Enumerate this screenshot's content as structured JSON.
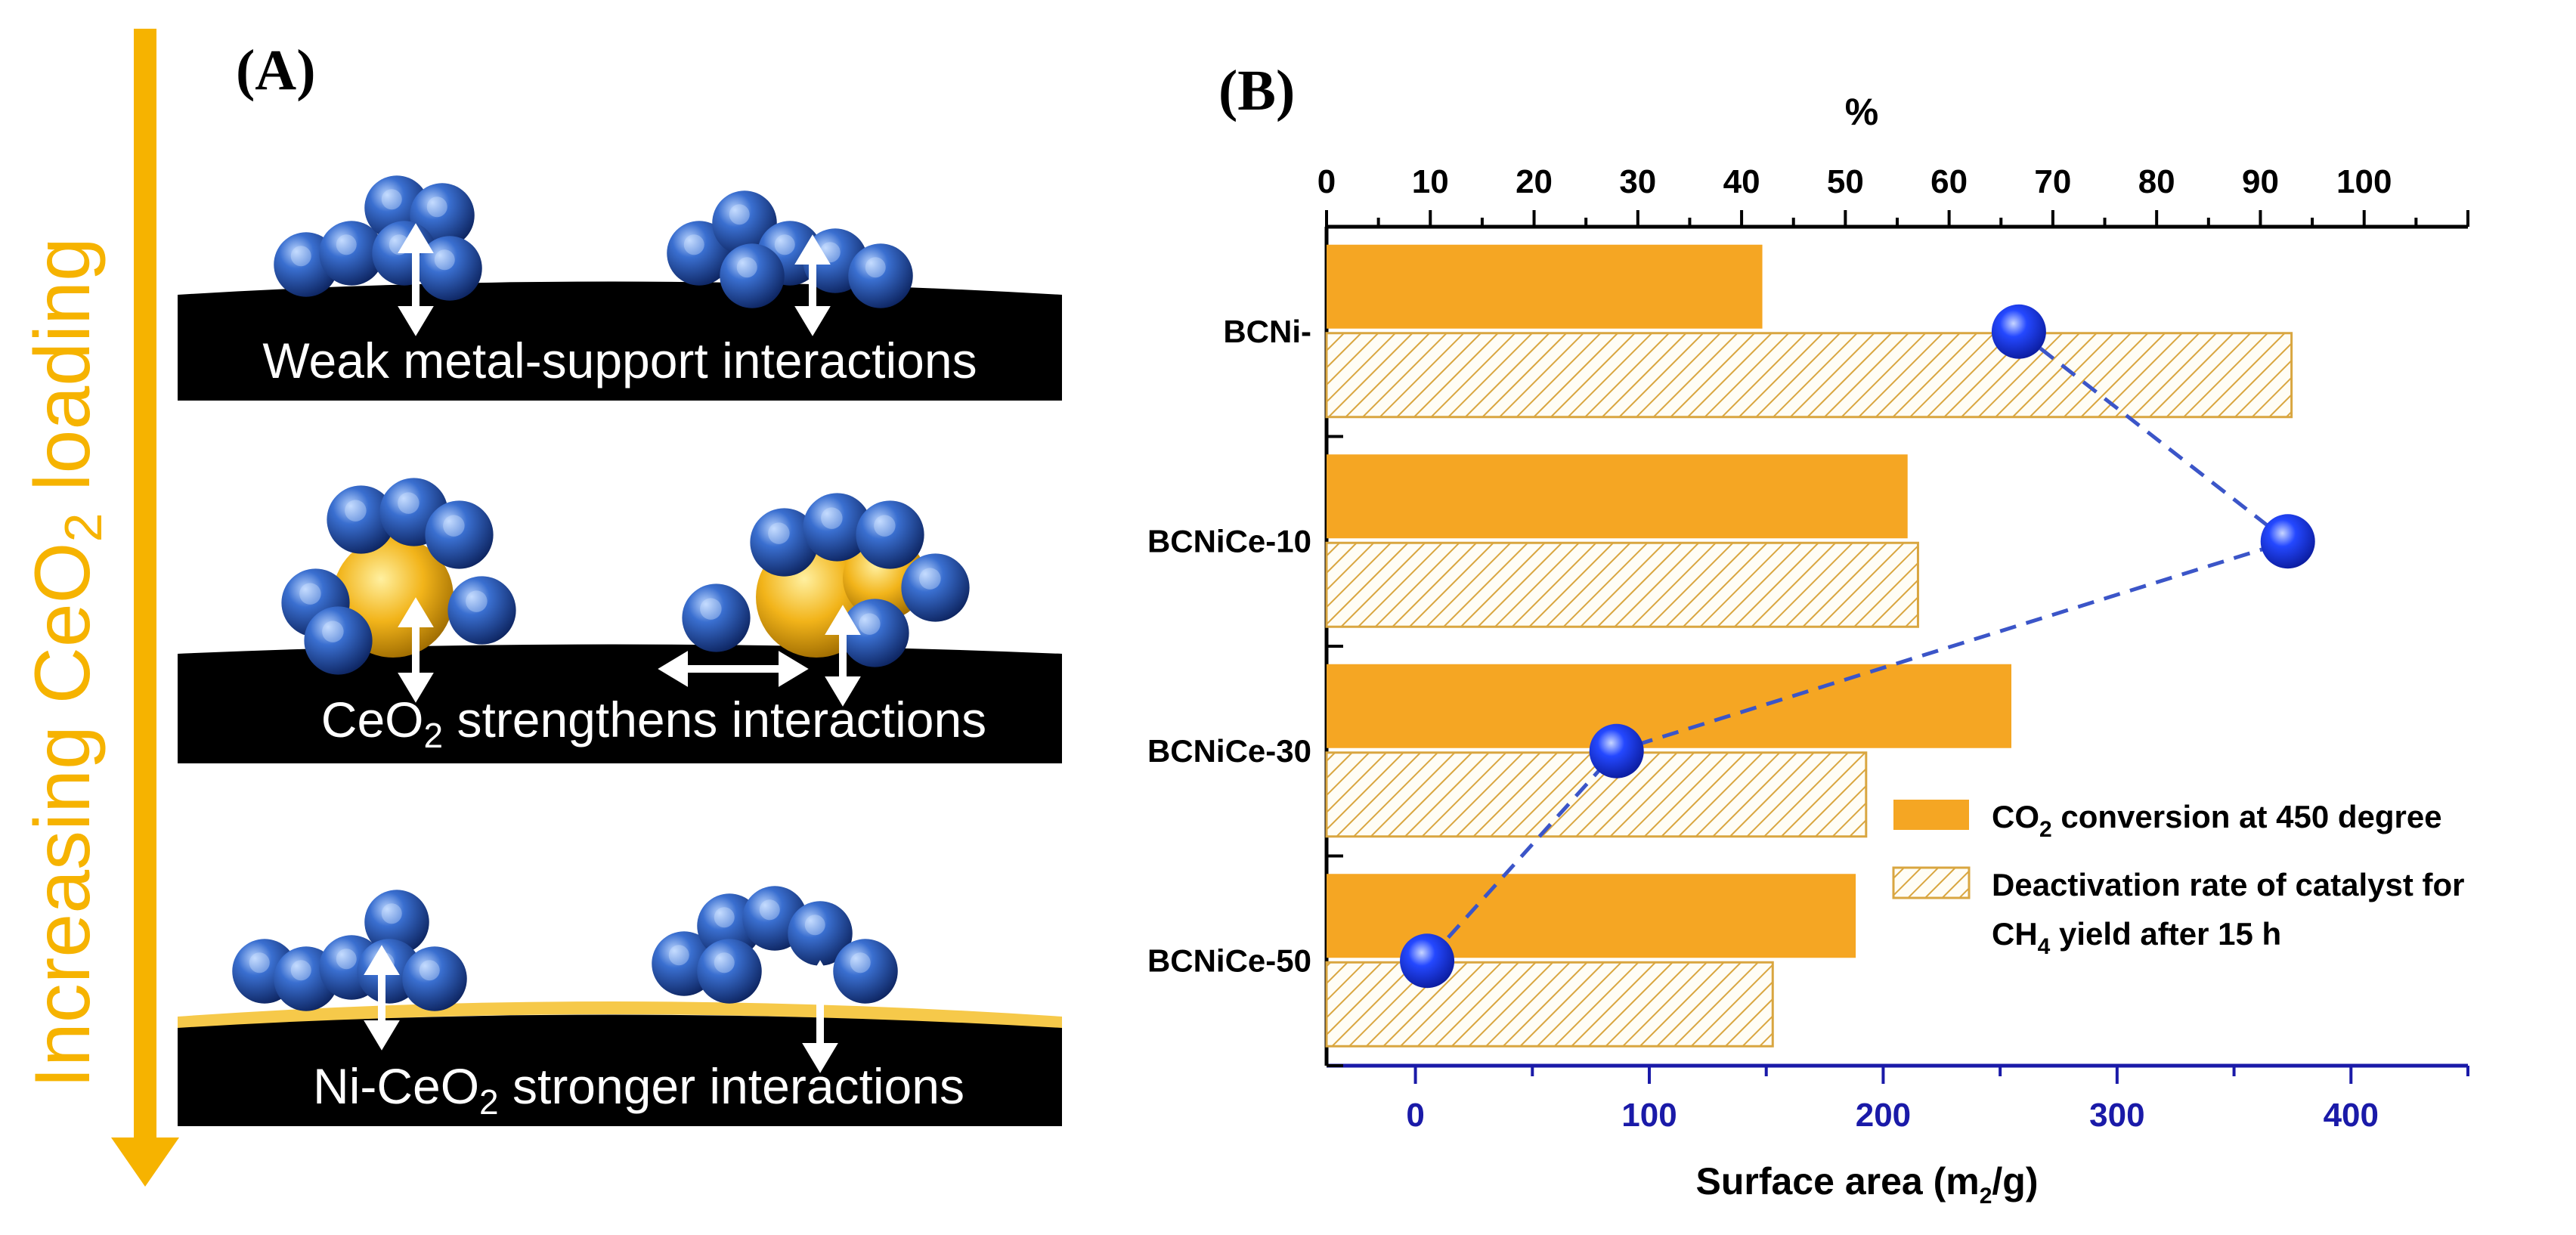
{
  "panel_a": {
    "label": "(A)",
    "vertical_arrow_text": "Increasing CeO",
    "vertical_arrow_sub": "2",
    "vertical_arrow_tail": " loading",
    "rows": [
      {
        "pre": "Weak metal-support interactions",
        "sub": "",
        "post": ""
      },
      {
        "pre": "CeO",
        "sub": "2",
        "post": " strengthens interactions"
      },
      {
        "pre": "Ni-CeO",
        "sub": "2",
        "post": " stronger interactions"
      }
    ]
  },
  "panel_b": {
    "label": "(B)"
  },
  "colors": {
    "orange": "#f5a623",
    "hatch": "#d9a640",
    "blue_axis": "#1a1aa8",
    "ball": "#1a3fe0",
    "arrow": "#f6b300"
  },
  "chart_data": {
    "type": "bar",
    "categories": [
      "BCNi-",
      "BCNiCe-10",
      "BCNiCe-30",
      "BCNiCe-50"
    ],
    "series": [
      {
        "name": "CO2 conversion at 450 degree",
        "name_pre": "CO",
        "name_sub": "2",
        "name_post": " conversion at 450 degree",
        "values": [
          42,
          56,
          66,
          51
        ],
        "style": "solid"
      },
      {
        "name": "Deactivation rate of catalyst for CH4 yield after 15 h",
        "name_line1": "Deactivation rate of catalyst for",
        "name_line2_pre": "CH",
        "name_line2_sub": "4",
        "name_line2_post": " yield after 15 h",
        "values": [
          93,
          57,
          52,
          43
        ],
        "style": "hatched"
      }
    ],
    "line_series": {
      "axis": "bottom",
      "values": [
        258,
        373,
        86,
        5
      ],
      "style": "dashed-with-spheres"
    },
    "top_axis": {
      "title": "%",
      "ticks": [
        0,
        10,
        20,
        30,
        40,
        50,
        60,
        70,
        80,
        90,
        100
      ],
      "range": [
        0,
        110
      ]
    },
    "bottom_axis": {
      "title_pre": "Surface area (m",
      "title_sub": "2",
      "title_post": "/g)",
      "ticks": [
        0,
        100,
        200,
        300,
        400
      ],
      "range": [
        -38,
        450
      ]
    },
    "legend_position": "right-middle"
  }
}
